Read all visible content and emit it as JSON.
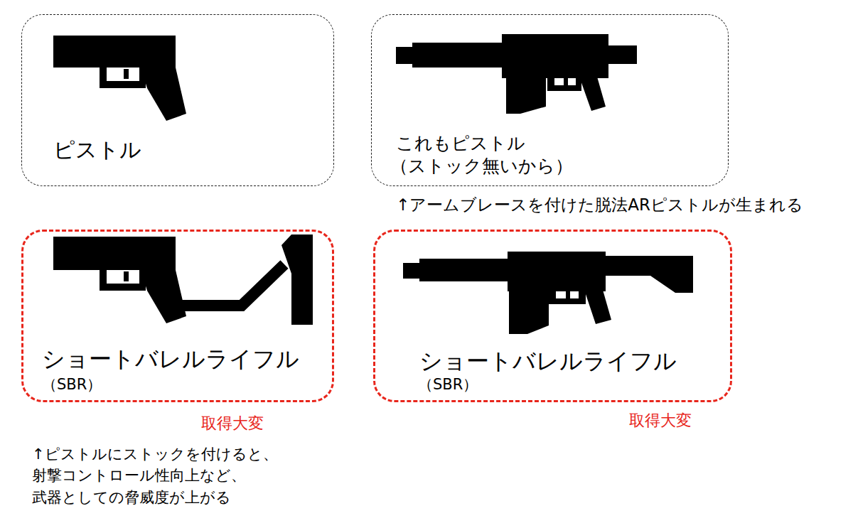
{
  "diagram": {
    "nodes": [
      {
        "text": [
          "ピストル"
        ]
      },
      {
        "text": [
          "これもピストル",
          "（ストック無いから）"
        ]
      },
      {
        "text": [
          "ショートバレルライフル",
          "（SBR）"
        ]
      },
      {
        "text": [
          "ショートバレルライフル",
          "（SBR）"
        ]
      }
    ],
    "labels": [
      "↑アームブレースを付けた脱法ARピストルが生まれる",
      "取得大変",
      "取得大変",
      "↑ピストルにストックを付けると、 射撃コントロール性向上など、 武器としての脅威度が上がる"
    ]
  }
}
